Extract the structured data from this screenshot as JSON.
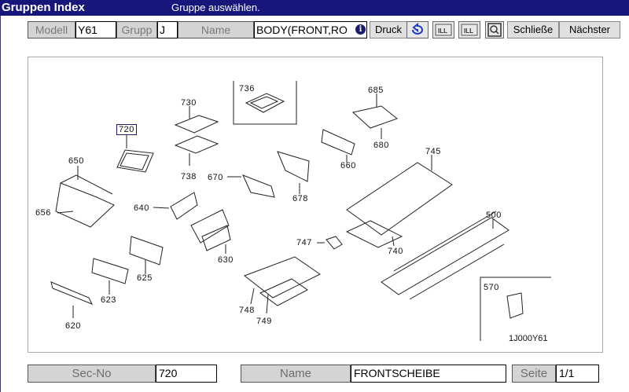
{
  "header": {
    "title": "Gruppen Index",
    "hint": "Gruppe auswählen."
  },
  "toolbar": {
    "model_label": "Modell",
    "model_value": "Y61",
    "group_label": "Grupp",
    "group_value": "J",
    "name_label": "Name",
    "name_value": "BODY(FRONT,RO",
    "info_glyph": "i",
    "print_label": "Druck",
    "close_label": "Schließe",
    "next_label": "Nächster"
  },
  "diagram": {
    "parts": [
      "736",
      "685",
      "730",
      "720",
      "680",
      "650",
      "660",
      "745",
      "670",
      "738",
      "678",
      "640",
      "656",
      "500",
      "630",
      "747",
      "740",
      "625",
      "623",
      "748",
      "749",
      "620",
      "570"
    ],
    "footer_code": "1J000Y61",
    "highlighted": "720"
  },
  "footer": {
    "secno_label": "Sec-No",
    "secno_value": "720",
    "name_label": "Name",
    "name_value": "FRONTSCHEIBE",
    "page_label": "Seite",
    "page_value": "1/1"
  },
  "colors": {
    "titlebar": "#17167a",
    "label_bg": "#d4d4d4",
    "label_text": "#7a7a7a"
  }
}
